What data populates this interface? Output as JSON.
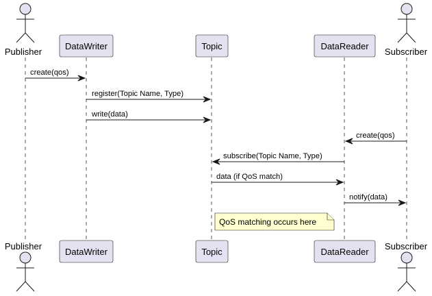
{
  "participants": [
    {
      "id": "publisher",
      "label": "Publisher",
      "kind": "actor"
    },
    {
      "id": "datawriter",
      "label": "DataWriter",
      "kind": "participant"
    },
    {
      "id": "topic",
      "label": "Topic",
      "kind": "participant"
    },
    {
      "id": "datareader",
      "label": "DataReader",
      "kind": "participant"
    },
    {
      "id": "subscriber",
      "label": "Subscriber",
      "kind": "actor"
    }
  ],
  "messages": [
    {
      "from": "publisher",
      "to": "datawriter",
      "label": "create(qos)"
    },
    {
      "from": "datawriter",
      "to": "topic",
      "label": "register(Topic Name, Type)"
    },
    {
      "from": "datawriter",
      "to": "topic",
      "label": "write(data)"
    },
    {
      "from": "subscriber",
      "to": "datareader",
      "label": "create(qos)"
    },
    {
      "from": "datareader",
      "to": "topic",
      "label": "subscribe(Topic Name, Type)"
    },
    {
      "from": "topic",
      "to": "datareader",
      "label": "data (if QoS match)"
    },
    {
      "from": "datareader",
      "to": "subscriber",
      "label": "notify(data)"
    }
  ],
  "note": {
    "text": "QoS matching occurs here",
    "anchor": "topic"
  },
  "colors": {
    "participant_fill": "#e2e2f0",
    "note_fill": "#fefece",
    "line": "#181818",
    "lifeline": "#555555"
  }
}
